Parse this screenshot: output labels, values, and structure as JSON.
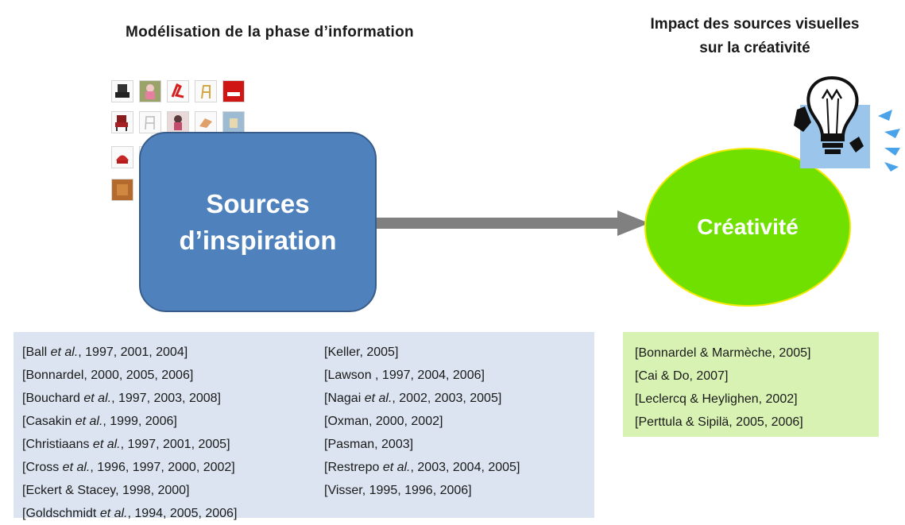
{
  "header": {
    "left_title": "Modélisation de la phase d’information",
    "right_title_line1": "Impact des sources visuelles",
    "right_title_line2": "sur la créativité"
  },
  "nodes": {
    "sources": {
      "line1": "Sources",
      "line2": "d’inspiration"
    },
    "creativite": {
      "label": "Créativité"
    }
  },
  "references_left": {
    "col1": [
      "[Ball et al., 1997, 2001, 2004]",
      "[Bonnardel, 2000, 2005, 2006]",
      "[Bouchard et al., 1997, 2003, 2008]",
      "[Casakin et al., 1999, 2006]",
      "[Christiaans et al., 1997, 2001, 2005]",
      "[Cross et al., 1996, 1997, 2000, 2002]",
      "[Eckert & Stacey, 1998, 2000]",
      "[Goldschmidt et al., 1994, 2005, 2006]"
    ],
    "col2": [
      "[Keller, 2005]",
      "[Lawson , 1997, 2004, 2006]",
      "[Nagai et al., 2002, 2003, 2005]",
      "[Oxman, 2000, 2002]",
      "[Pasman, 2003]",
      "[Restrepo et al., 2003, 2004, 2005]",
      "[Visser, 1995, 1996, 2006]"
    ]
  },
  "references_right": [
    "[Bonnardel & Marmèche, 2005]",
    "[Cai & Do, 2007]",
    "[Leclercq & Heylighen, 2002]",
    "[Perttula & Sipilä, 2005, 2006]"
  ],
  "colors": {
    "sources_fill": "#4f81bd",
    "creativite_fill": "#70e000",
    "creativite_border": "#f2e800",
    "arrow": "#808080",
    "refs_left_bg": "#dbe4f0",
    "refs_right_bg": "#d8f2b4"
  },
  "icons": [
    "chair-thumbnail-icon",
    "lightbulb-icon"
  ]
}
